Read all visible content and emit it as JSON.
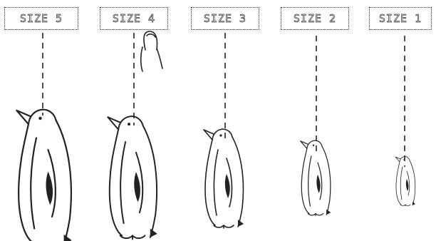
{
  "size_buttons": [
    {
      "label": "SIZE 5"
    },
    {
      "label": "SIZE 4"
    },
    {
      "label": "SIZE 3"
    },
    {
      "label": "SIZE 2"
    },
    {
      "label": "SIZE 1"
    }
  ],
  "pointer": {
    "icon": "pointing-finger-icon",
    "target": "SIZE 4"
  },
  "figures": [
    {
      "icon": "penguin-icon",
      "size": 5
    },
    {
      "icon": "penguin-icon",
      "size": 4
    },
    {
      "icon": "penguin-icon",
      "size": 3
    },
    {
      "icon": "penguin-icon",
      "size": 2
    },
    {
      "icon": "penguin-icon",
      "size": 1
    }
  ],
  "colors": {
    "ink": "#222222",
    "background": "#ffffff"
  }
}
